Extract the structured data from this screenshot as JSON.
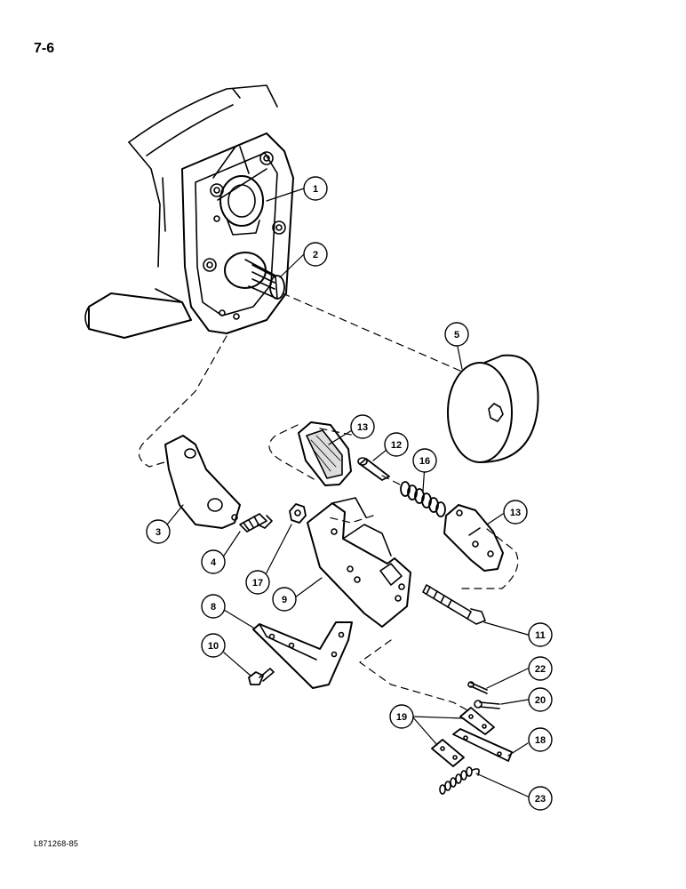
{
  "page_number": "7-6",
  "figure_code": "L871268-85",
  "callouts": [
    {
      "label": "1"
    },
    {
      "label": "2"
    },
    {
      "label": "3"
    },
    {
      "label": "4"
    },
    {
      "label": "5"
    },
    {
      "label": "8"
    },
    {
      "label": "9"
    },
    {
      "label": "10"
    },
    {
      "label": "11"
    },
    {
      "label": "12"
    },
    {
      "label": "13"
    },
    {
      "label": "13"
    },
    {
      "label": "16"
    },
    {
      "label": "17"
    },
    {
      "label": "18"
    },
    {
      "label": "19"
    },
    {
      "label": "20"
    },
    {
      "label": "22"
    },
    {
      "label": "23"
    }
  ]
}
